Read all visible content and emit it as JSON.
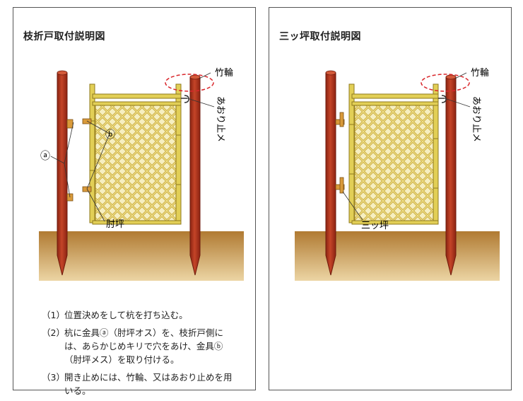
{
  "left_panel": {
    "title": "枝折戸取付説明図",
    "labels": {
      "chikuwa": "竹輪",
      "aori_tome": "あおり止メ",
      "metal_a": "ⓐ",
      "metal_b": "ⓑ",
      "chutsubo": "肘坪"
    },
    "instructions": [
      {
        "num": "（1）",
        "text": "位置決めをして杭を打ち込む。"
      },
      {
        "num": "（2）",
        "text": "杭に金具ⓐ（肘坪オス）を、枝折戸側には、あらかじめキリで穴をあけ、金具ⓑ（肘坪メス）を取り付ける。"
      },
      {
        "num": "（3）",
        "text": "開き止めには、竹輪、又はあおり止めを用いる。"
      }
    ]
  },
  "right_panel": {
    "title": "三ッ坪取付説明図",
    "labels": {
      "chikuwa": "竹輪",
      "aori_tome": "あおり止メ",
      "mitsutsubo": "三ッ坪"
    }
  },
  "colors": {
    "post": "#b5391f",
    "bamboo": "#e2cf56",
    "ground": "#c99648",
    "lattice": "#f6efc1",
    "dashed_circle": "#d9262b",
    "hardware": "#d99a3a"
  }
}
